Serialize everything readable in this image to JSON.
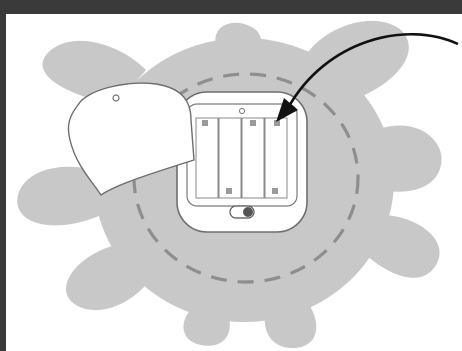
{
  "diagram": {
    "colors": {
      "frame": "#3a3a3a",
      "background": "#ffffff",
      "splat": "#c8c8c8",
      "dashes": "#8e8e8e",
      "device_outline": "#6e6e6e",
      "device_fill": "#ffffff",
      "arrow": "#111111"
    },
    "icons": [
      "splat-mounting-surface",
      "dashed-ring",
      "battery-cover",
      "battery-compartment",
      "batteries",
      "toggle-switch",
      "pointer-arrow"
    ],
    "battery_count": 4
  }
}
